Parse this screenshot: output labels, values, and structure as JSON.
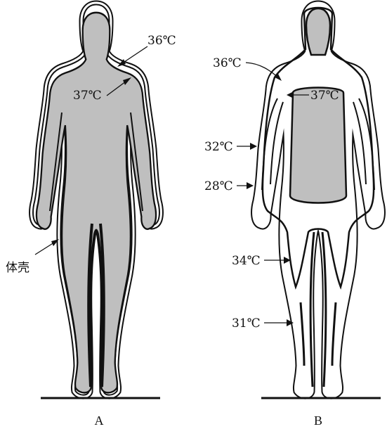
{
  "figure_a": {
    "caption": "A",
    "labels": {
      "outer_temp": "36℃",
      "core_temp": "37℃",
      "shell": "体壳"
    }
  },
  "figure_b": {
    "caption": "B",
    "labels": {
      "outer_temp": "36℃",
      "core_temp": "37℃",
      "upper_arm_temp": "32℃",
      "forearm_temp": "28℃",
      "thigh_temp": "34℃",
      "lower_leg_temp": "31℃"
    }
  },
  "colors": {
    "core_fill": "#bfbfbf",
    "outline": "#111111",
    "background": "#ffffff"
  }
}
